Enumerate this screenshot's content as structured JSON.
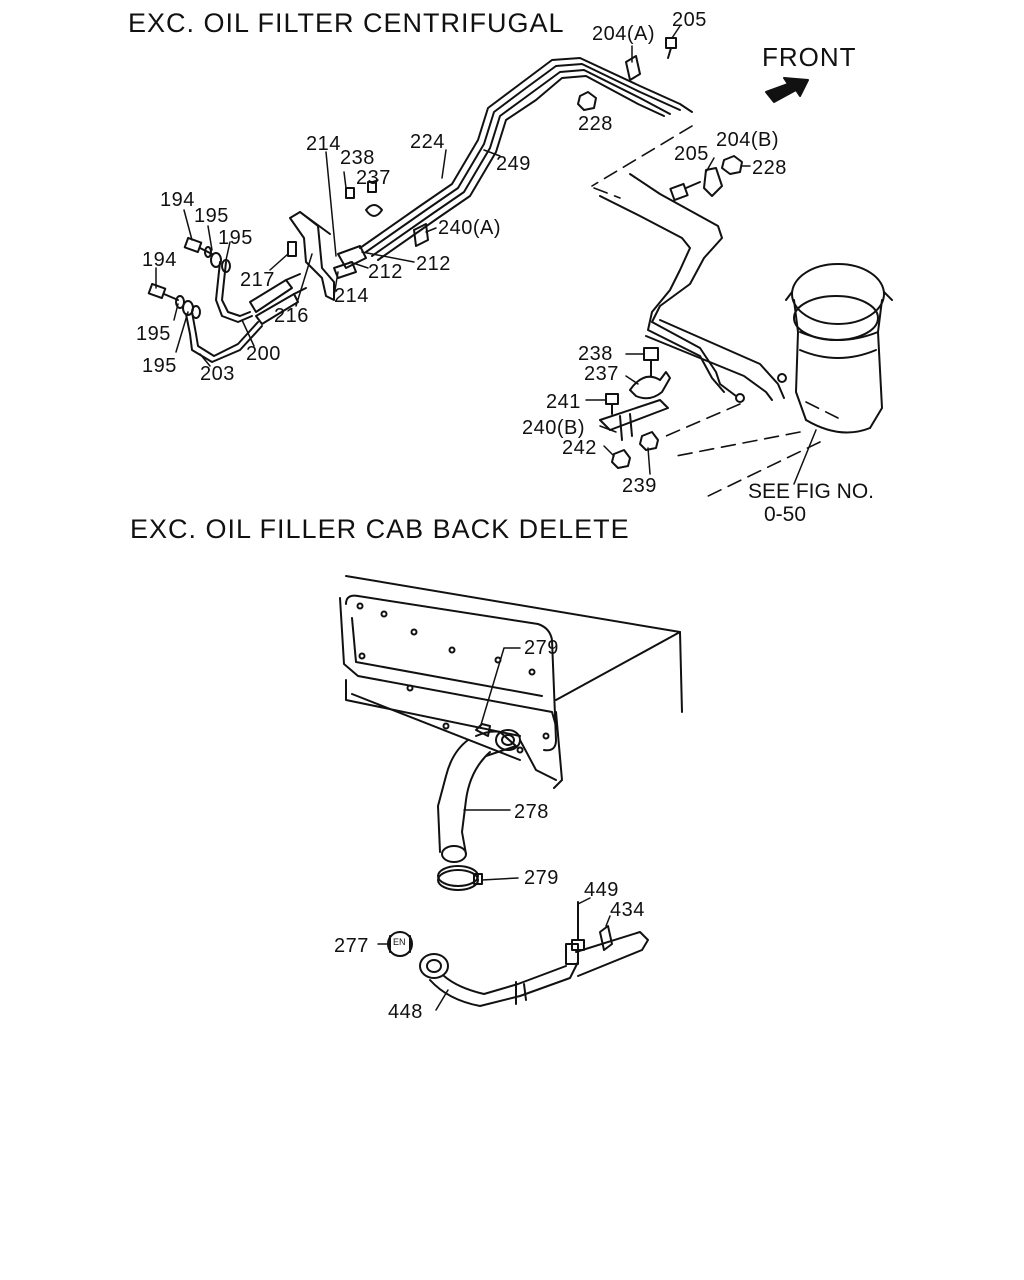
{
  "titles": {
    "section_top": "EXC. OIL FILTER CENTRIFUGAL",
    "section_bottom": "EXC. OIL FILLER CAB BACK DELETE",
    "front": "FRONT"
  },
  "see_fig": {
    "line1": "SEE FIG NO.",
    "line2": "0-50"
  },
  "callouts_top": {
    "c204a": "204(A)",
    "c205a": "205",
    "c228a": "228",
    "c204b": "204(B)",
    "c205b": "205",
    "c228b": "228",
    "c224": "224",
    "c249": "249",
    "c214a": "214",
    "c238a": "238",
    "c237a": "237",
    "c240a": "240(A)",
    "c212a": "212",
    "c212b": "212",
    "c214b": "214",
    "c217": "217",
    "c216": "216",
    "c194a": "194",
    "c195a": "195",
    "c195b": "195",
    "c194b": "194",
    "c195c": "195",
    "c195d": "195",
    "c203": "203",
    "c200": "200",
    "c238b": "238",
    "c237b": "237",
    "c241": "241",
    "c240b": "240(B)",
    "c242": "242",
    "c239": "239"
  },
  "callouts_bottom": {
    "c279a": "279",
    "c278": "278",
    "c279b": "279",
    "c449": "449",
    "c434": "434",
    "c277": "277",
    "c448": "448"
  },
  "cap_mark": "EN"
}
